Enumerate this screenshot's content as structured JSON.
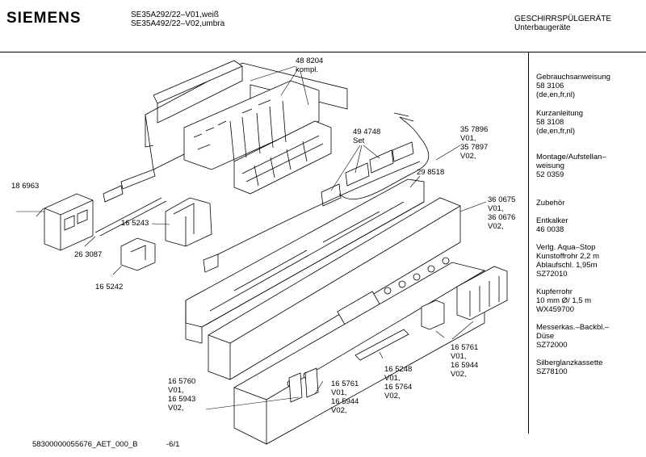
{
  "header": {
    "brand": "SIEMENS",
    "models": [
      "SE35A292/22–V01,weiß",
      "SE35A492/22–V02,umbra"
    ],
    "category": [
      "GESCHIRRSPÜLGERÄTE",
      "Unterbaugeräte"
    ]
  },
  "parts": [
    {
      "id": "p488204",
      "text": "48 8204\nkompl."
    },
    {
      "id": "p494748",
      "text": "49 4748\nSet"
    },
    {
      "id": "p357896",
      "text": "35 7896\nV01,\n35 7897\nV02,"
    },
    {
      "id": "p298518",
      "text": "29 8518"
    },
    {
      "id": "p360675",
      "text": "36 0675\nV01,\n36 0676\nV02,"
    },
    {
      "id": "p186963",
      "text": "18 6963"
    },
    {
      "id": "p165243",
      "text": "16 5243"
    },
    {
      "id": "p263087",
      "text": "26 3087"
    },
    {
      "id": "p165242",
      "text": "16 5242"
    },
    {
      "id": "p165760",
      "text": "16 5760\nV01,\n16 5943\nV02,"
    },
    {
      "id": "p165761a",
      "text": "16 5761\nV01,\n16 5944\nV02,"
    },
    {
      "id": "p165248",
      "text": "16 5248\nV01,\n16 5764\nV02,"
    },
    {
      "id": "p165761b",
      "text": "16 5761\nV01,\n16 5944\nV02,"
    }
  ],
  "sidebar": [
    "Gebrauchsanweisung\n58 3106\n(de,en,fr,nl)",
    "Kurzanleitung\n58 3108\n(de,en,fr,nl)",
    "Montage/Aufstellan–\nweisung\n52 0359",
    "Zubehör",
    "Entkalker\n46 0038",
    "Verlg. Aqua–Stop\nKunstoffrohr 2,2 m\nAblaufschl. 1,95m\nSZ72010",
    "Kupferrohr\n10 mm Ø/ 1,5 m\nWX459700",
    "Messerkas.–Backbl.–\nDüse\nSZ72000",
    "Silberglanzkassette\nSZ78100"
  ],
  "footer": {
    "code": "58300000055676_AET_000_B",
    "page": "-6/1"
  }
}
